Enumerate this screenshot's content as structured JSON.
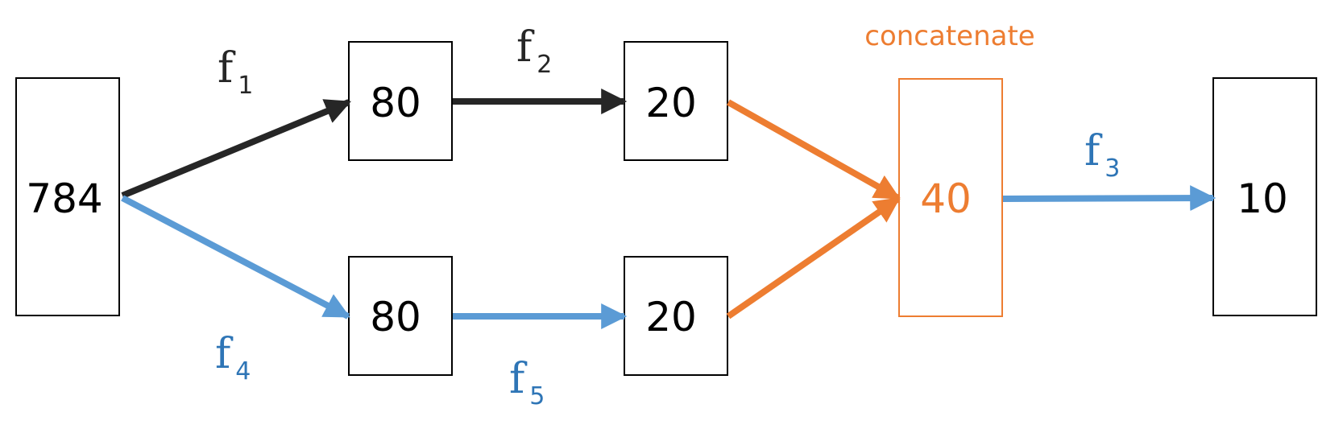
{
  "colors": {
    "black": "#262626",
    "blue": "#5b9bd5",
    "blue_text": "#2e75b6",
    "orange": "#ed7d31"
  },
  "boxes": {
    "input": "784",
    "top_hidden": "80",
    "top_out": "20",
    "bottom_hidden": "80",
    "bottom_out": "20",
    "concat": "40",
    "output": "10"
  },
  "labels": {
    "concatenate": "concatenate",
    "f1": {
      "base": "f",
      "sub": "1"
    },
    "f2": {
      "base": "f",
      "sub": "2"
    },
    "f3": {
      "base": "f",
      "sub": "3"
    },
    "f4": {
      "base": "f",
      "sub": "4"
    },
    "f5": {
      "base": "f",
      "sub": "5"
    }
  }
}
